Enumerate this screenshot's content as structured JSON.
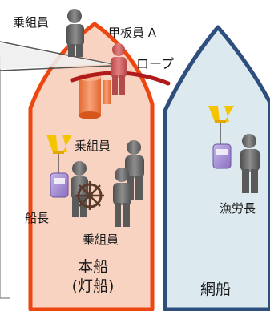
{
  "labels": {
    "crew_top": "乗組員",
    "deckhand_a": "甲板員 A",
    "rope": "ロープ",
    "crew_mid": "乗組員",
    "captain": "船長",
    "crew_bottom": "乗組員",
    "fishing_master": "漁労長",
    "main_ship_line1": "本船",
    "main_ship_line2": "(灯船)",
    "net_ship": "網船"
  },
  "colors": {
    "main_ship_fill": "#f9d3c1",
    "main_ship_stroke": "#ee4611",
    "net_ship_fill": "#dce9ef",
    "net_ship_stroke": "#2e4e7e",
    "rope": "#b01a1a",
    "person": "#6a6a6a",
    "person_highlight": "#d05050",
    "lamp": "#f5c400",
    "radio": "#8a6fc0",
    "wheel": "#5a3a2a"
  }
}
